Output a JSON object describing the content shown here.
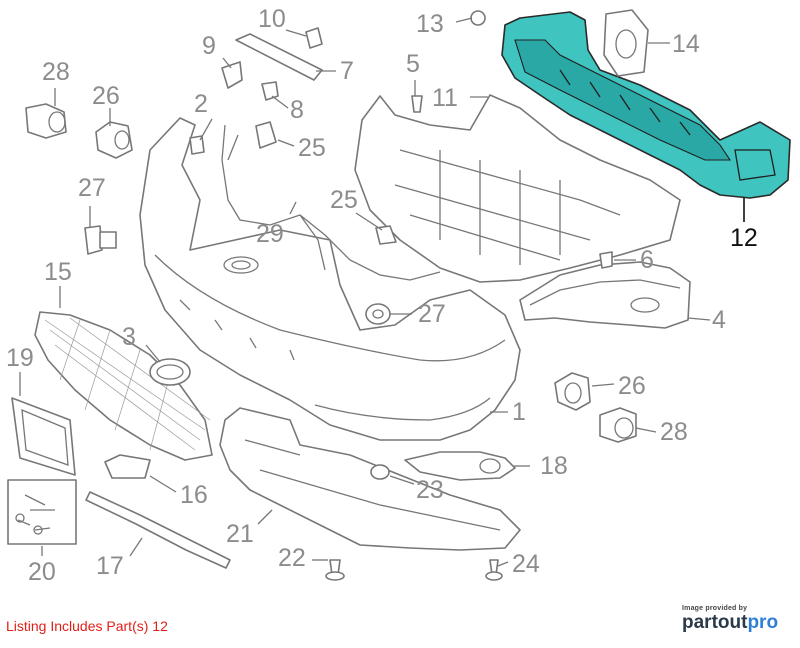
{
  "callouts": [
    {
      "id": "c1",
      "label": "1"
    },
    {
      "id": "c2",
      "label": "2"
    },
    {
      "id": "c3",
      "label": "3"
    },
    {
      "id": "c4",
      "label": "4"
    },
    {
      "id": "c5",
      "label": "5"
    },
    {
      "id": "c6",
      "label": "6"
    },
    {
      "id": "c7",
      "label": "7"
    },
    {
      "id": "c8",
      "label": "8"
    },
    {
      "id": "c9",
      "label": "9"
    },
    {
      "id": "c10",
      "label": "10"
    },
    {
      "id": "c11",
      "label": "11"
    },
    {
      "id": "c12",
      "label": "12"
    },
    {
      "id": "c13",
      "label": "13"
    },
    {
      "id": "c14",
      "label": "14"
    },
    {
      "id": "c15",
      "label": "15"
    },
    {
      "id": "c16",
      "label": "16"
    },
    {
      "id": "c17",
      "label": "17"
    },
    {
      "id": "c18",
      "label": "18"
    },
    {
      "id": "c19",
      "label": "19"
    },
    {
      "id": "c20",
      "label": "20"
    },
    {
      "id": "c21",
      "label": "21"
    },
    {
      "id": "c22",
      "label": "22"
    },
    {
      "id": "c23",
      "label": "23"
    },
    {
      "id": "c24",
      "label": "24"
    },
    {
      "id": "c25a",
      "label": "25"
    },
    {
      "id": "c25b",
      "label": "25"
    },
    {
      "id": "c26a",
      "label": "26"
    },
    {
      "id": "c26b",
      "label": "26"
    },
    {
      "id": "c27a",
      "label": "27"
    },
    {
      "id": "c27b",
      "label": "27"
    },
    {
      "id": "c28a",
      "label": "28"
    },
    {
      "id": "c28b",
      "label": "28"
    },
    {
      "id": "c29",
      "label": "29"
    }
  ],
  "highlighted_part": "12",
  "highlight_color": "#3fc4c0",
  "footer": {
    "listing_text": "Listing Includes Part(s) 12",
    "provided_by": "Image provided by",
    "brand_main": "partout",
    "brand_accent": "pro"
  }
}
